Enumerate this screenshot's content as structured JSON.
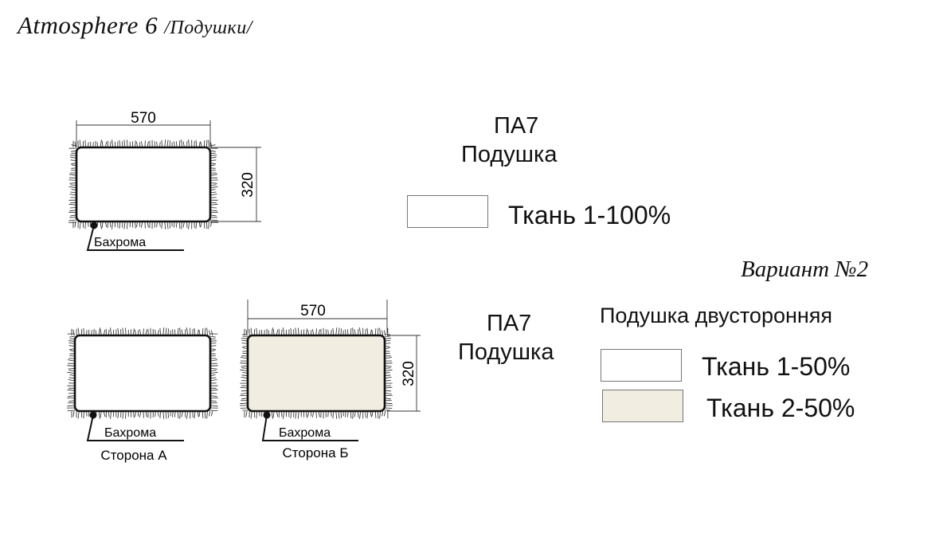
{
  "header": {
    "title": "Atmosphere 6",
    "subtitle": "/Подушки/"
  },
  "variant_label": "Вариант №2",
  "colors": {
    "fabric1": "#ffffff",
    "fabric2": "#f1ede0",
    "line": "#111111"
  },
  "section1": {
    "code": "ПА7",
    "name": "Подушка",
    "width": "570",
    "height": "320",
    "fringe_label": "Бахрома",
    "fabrics": [
      {
        "label": "Ткань 1-100%"
      }
    ]
  },
  "section2": {
    "code": "ПА7",
    "name": "Подушка",
    "description": "Подушка двусторонняя",
    "width": "570",
    "height": "320",
    "side_a": {
      "fringe_label": "Бахрома",
      "label": "Сторона А"
    },
    "side_b": {
      "fringe_label": "Бахрома",
      "label": "Сторона Б"
    },
    "fabrics": [
      {
        "label": "Ткань 1-50%"
      },
      {
        "label": "Ткань 2-50%"
      }
    ]
  }
}
